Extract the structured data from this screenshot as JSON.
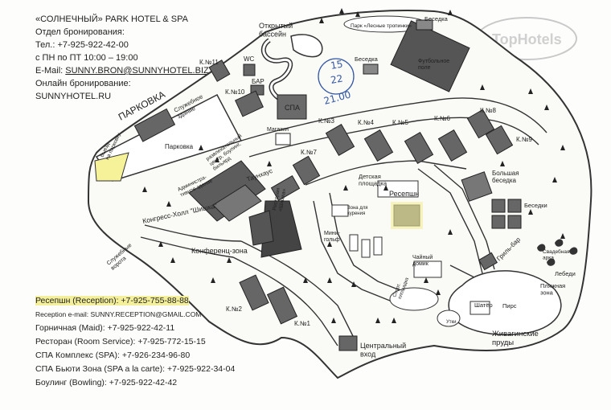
{
  "header": {
    "hotel_name": "«СОЛНЕЧНЫЙ» PARK HOTEL & SPA",
    "booking_dept": "Отдел бронирования:",
    "phone": "Тел.: +7-925-922-42-00",
    "hours": "с ПН по ПТ 10:00 – 19:00",
    "email_label": "E-Mail: ",
    "email": "SUNNY.BRON@SUNNYHOTEL.BIZ",
    "online_booking": "Онлайн бронирование:",
    "website": "SUNNYHOTEL.RU"
  },
  "contacts": [
    {
      "text": "Ресепшн (Reception): +7-925-755-88-88",
      "highlight": true,
      "small": false
    },
    {
      "text": "Reception e-mail: SUNNY.RECEPTION@GMAIL.COM",
      "highlight": false,
      "small": true
    },
    {
      "text": "Горничная (Maid): +7-925-922-42-11",
      "highlight": false,
      "small": false
    },
    {
      "text": "Ресторан (Room Service): +7-925-772-15-15",
      "highlight": false,
      "small": false
    },
    {
      "text": "СПА Комплекс (SPA): +7-926-234-96-80",
      "highlight": false,
      "small": false
    },
    {
      "text": "СПА Бьюти Зона (SPA a la carte): +7-925-922-34-04",
      "highlight": false,
      "small": false
    },
    {
      "text": "Боулинг (Bowling): +7-925-922-42-42",
      "highlight": false,
      "small": false
    }
  ],
  "map_labels": {
    "pool": "Открытый\nбассейн",
    "park": "Парк «Лесные тропинки»",
    "gazebo_top": "Беседка",
    "gazebo_mid": "Беседка",
    "football": "Футбольное\nполе",
    "wc": "WC",
    "bar": "БАР",
    "k11": "К.№11",
    "k10": "К.№10",
    "spa": "СПА",
    "shop": "Магазин",
    "parking_title": "ПАРКОВКА",
    "service_entry": "Служебное\nздание",
    "parking": "Парковка",
    "exit_parking": "Выезд\nна парковку",
    "k3": "К.№3",
    "k4": "К.№4",
    "k5": "К.№5",
    "k6": "К.№6",
    "k7": "К.№7",
    "k8": "К.№8",
    "k9": "К.№9",
    "entertainment": "развлекательный\nцентр, боулинг,\nбильярд",
    "admin": "Администра-\nтивное здание",
    "townhouse": "Таунхаус",
    "kids": "Детская\nплощадка",
    "reception": "Ресепшн",
    "big_gazebo": "Большая\nбеседка",
    "gazebos": "Беседки",
    "congress": "Конгресс-Холл \"Шишка\"",
    "smoking": "Зона для\nкурения",
    "restaurant": "Ресторан\n«Шишка»",
    "service_gate": "Служебные\nворота",
    "conference": "Конференц-зона",
    "mini_golf": "Мини-\nгольф",
    "tea_house": "Чайный\nдомик",
    "grill_bar": "Гриль-бар",
    "wedding_arch": "Свадебная\nарка",
    "swans": "Лебеди",
    "beach": "Пляжная\nзона",
    "k2": "К.№2",
    "k1": "К.№1",
    "sport": "Спорт.\nплощадка",
    "tent": "Шатёр",
    "pier": "Пирс",
    "ducks": "Утки",
    "ponds": "Живагинские\nпруды",
    "main_entrance": "Центральный\nвход"
  },
  "handwritten": [
    "15",
    "22",
    "21.00"
  ],
  "watermark": "TopHotels"
}
